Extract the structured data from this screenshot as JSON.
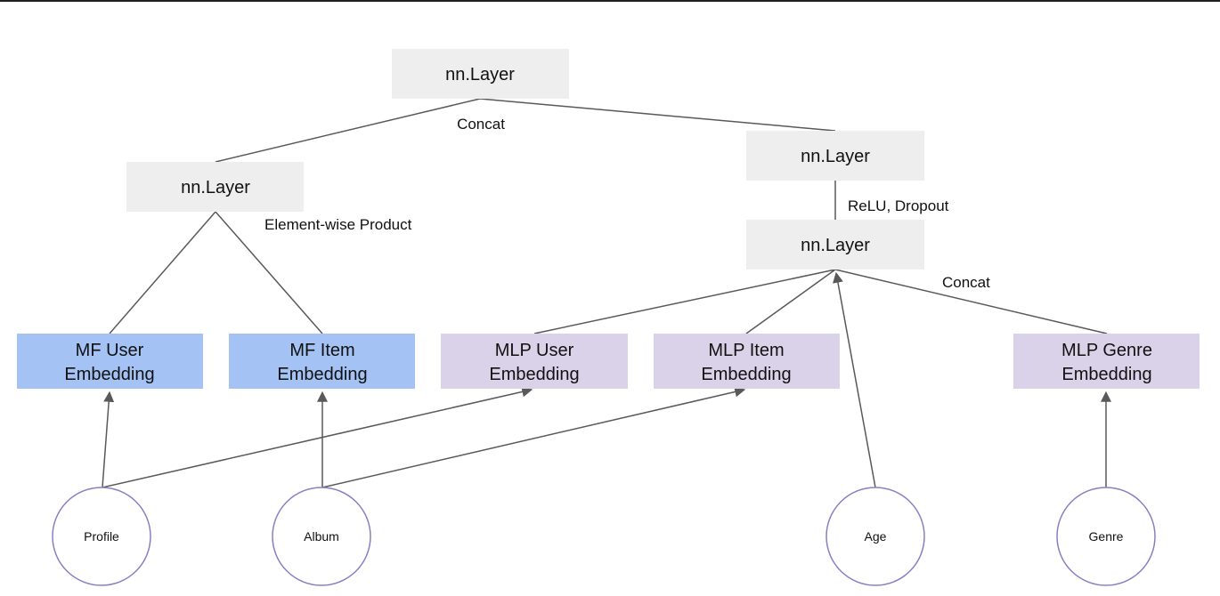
{
  "diagram": {
    "colors": {
      "layer_fill": "#eeeeee",
      "mf_fill": "#a4c2f4",
      "mlp_fill": "#d9d2e9",
      "circle_stroke": "#8e7cc3",
      "edge": "#595959"
    },
    "layers": {
      "top": "nn.Layer",
      "left": "nn.Layer",
      "right_upper": "nn.Layer",
      "right_lower": "nn.Layer"
    },
    "embeddings": {
      "mf_user": [
        "MF User",
        "Embedding"
      ],
      "mf_item": [
        "MF Item",
        "Embedding"
      ],
      "mlp_user": [
        "MLP User",
        "Embedding"
      ],
      "mlp_item": [
        "MLP Item",
        "Embedding"
      ],
      "mlp_genre": [
        "MLP Genre",
        "Embedding"
      ]
    },
    "inputs": {
      "profile": "Profile",
      "album": "Album",
      "age": "Age",
      "genre": "Genre"
    },
    "edge_labels": {
      "top_concat": "Concat",
      "element_wise": "Element-wise Product",
      "relu_dropout": "ReLU, Dropout",
      "mlp_concat": "Concat"
    }
  }
}
